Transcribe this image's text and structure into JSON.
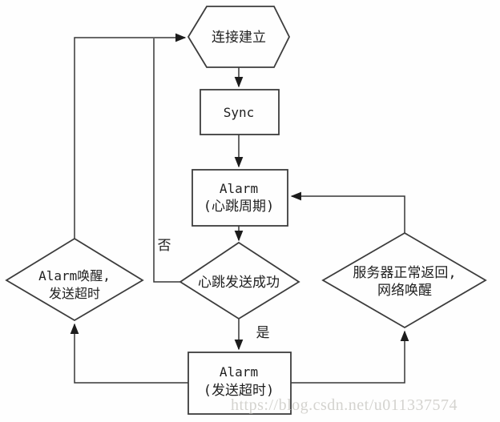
{
  "flowchart": {
    "nodes": {
      "connection_established": "连接建立",
      "sync": "Sync",
      "alarm_heartbeat_line1": "Alarm",
      "alarm_heartbeat_line2": "(心跳周期)",
      "heartbeat_send_success": "心跳发送成功",
      "alarm_wake_line1": "Alarm唤醒,",
      "alarm_wake_line2": "发送超时",
      "server_return_line1": "服务器正常返回,",
      "server_return_line2": "网络唤醒",
      "alarm_send_timeout_line1": "Alarm",
      "alarm_send_timeout_line2": "(发送超时)"
    },
    "edge_labels": {
      "no": "否",
      "yes": "是"
    },
    "colors": {
      "line": "#363636",
      "shape_border": "#3c3c3c",
      "text": "#1f1f1f",
      "watermark": "#d4d3cf",
      "background": "#fefefe"
    }
  },
  "watermark": {
    "url_text": "https://blog.csdn.net/u011337574"
  }
}
